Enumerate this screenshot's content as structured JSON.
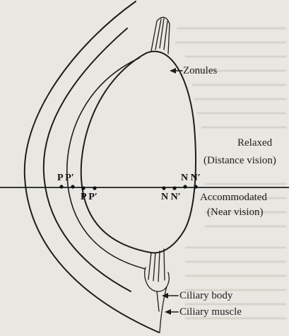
{
  "labels": {
    "zonules": "Zonules",
    "relaxed": "Relaxed",
    "distance_vision": "(Distance vision)",
    "accommodated": "Accommodated",
    "near_vision": "(Near vision)",
    "ciliary_body": "Ciliary body",
    "ciliary_muscle": "Ciliary muscle"
  },
  "markers": {
    "p_relaxed": "P P′",
    "p_accommodated": "P P′",
    "n_relaxed": "N N′",
    "n_accommodated": "N N′"
  },
  "colors": {
    "ink": "#1d1d1d",
    "page_background": "#e9e7e1",
    "text_background": "#d8d5cd"
  }
}
